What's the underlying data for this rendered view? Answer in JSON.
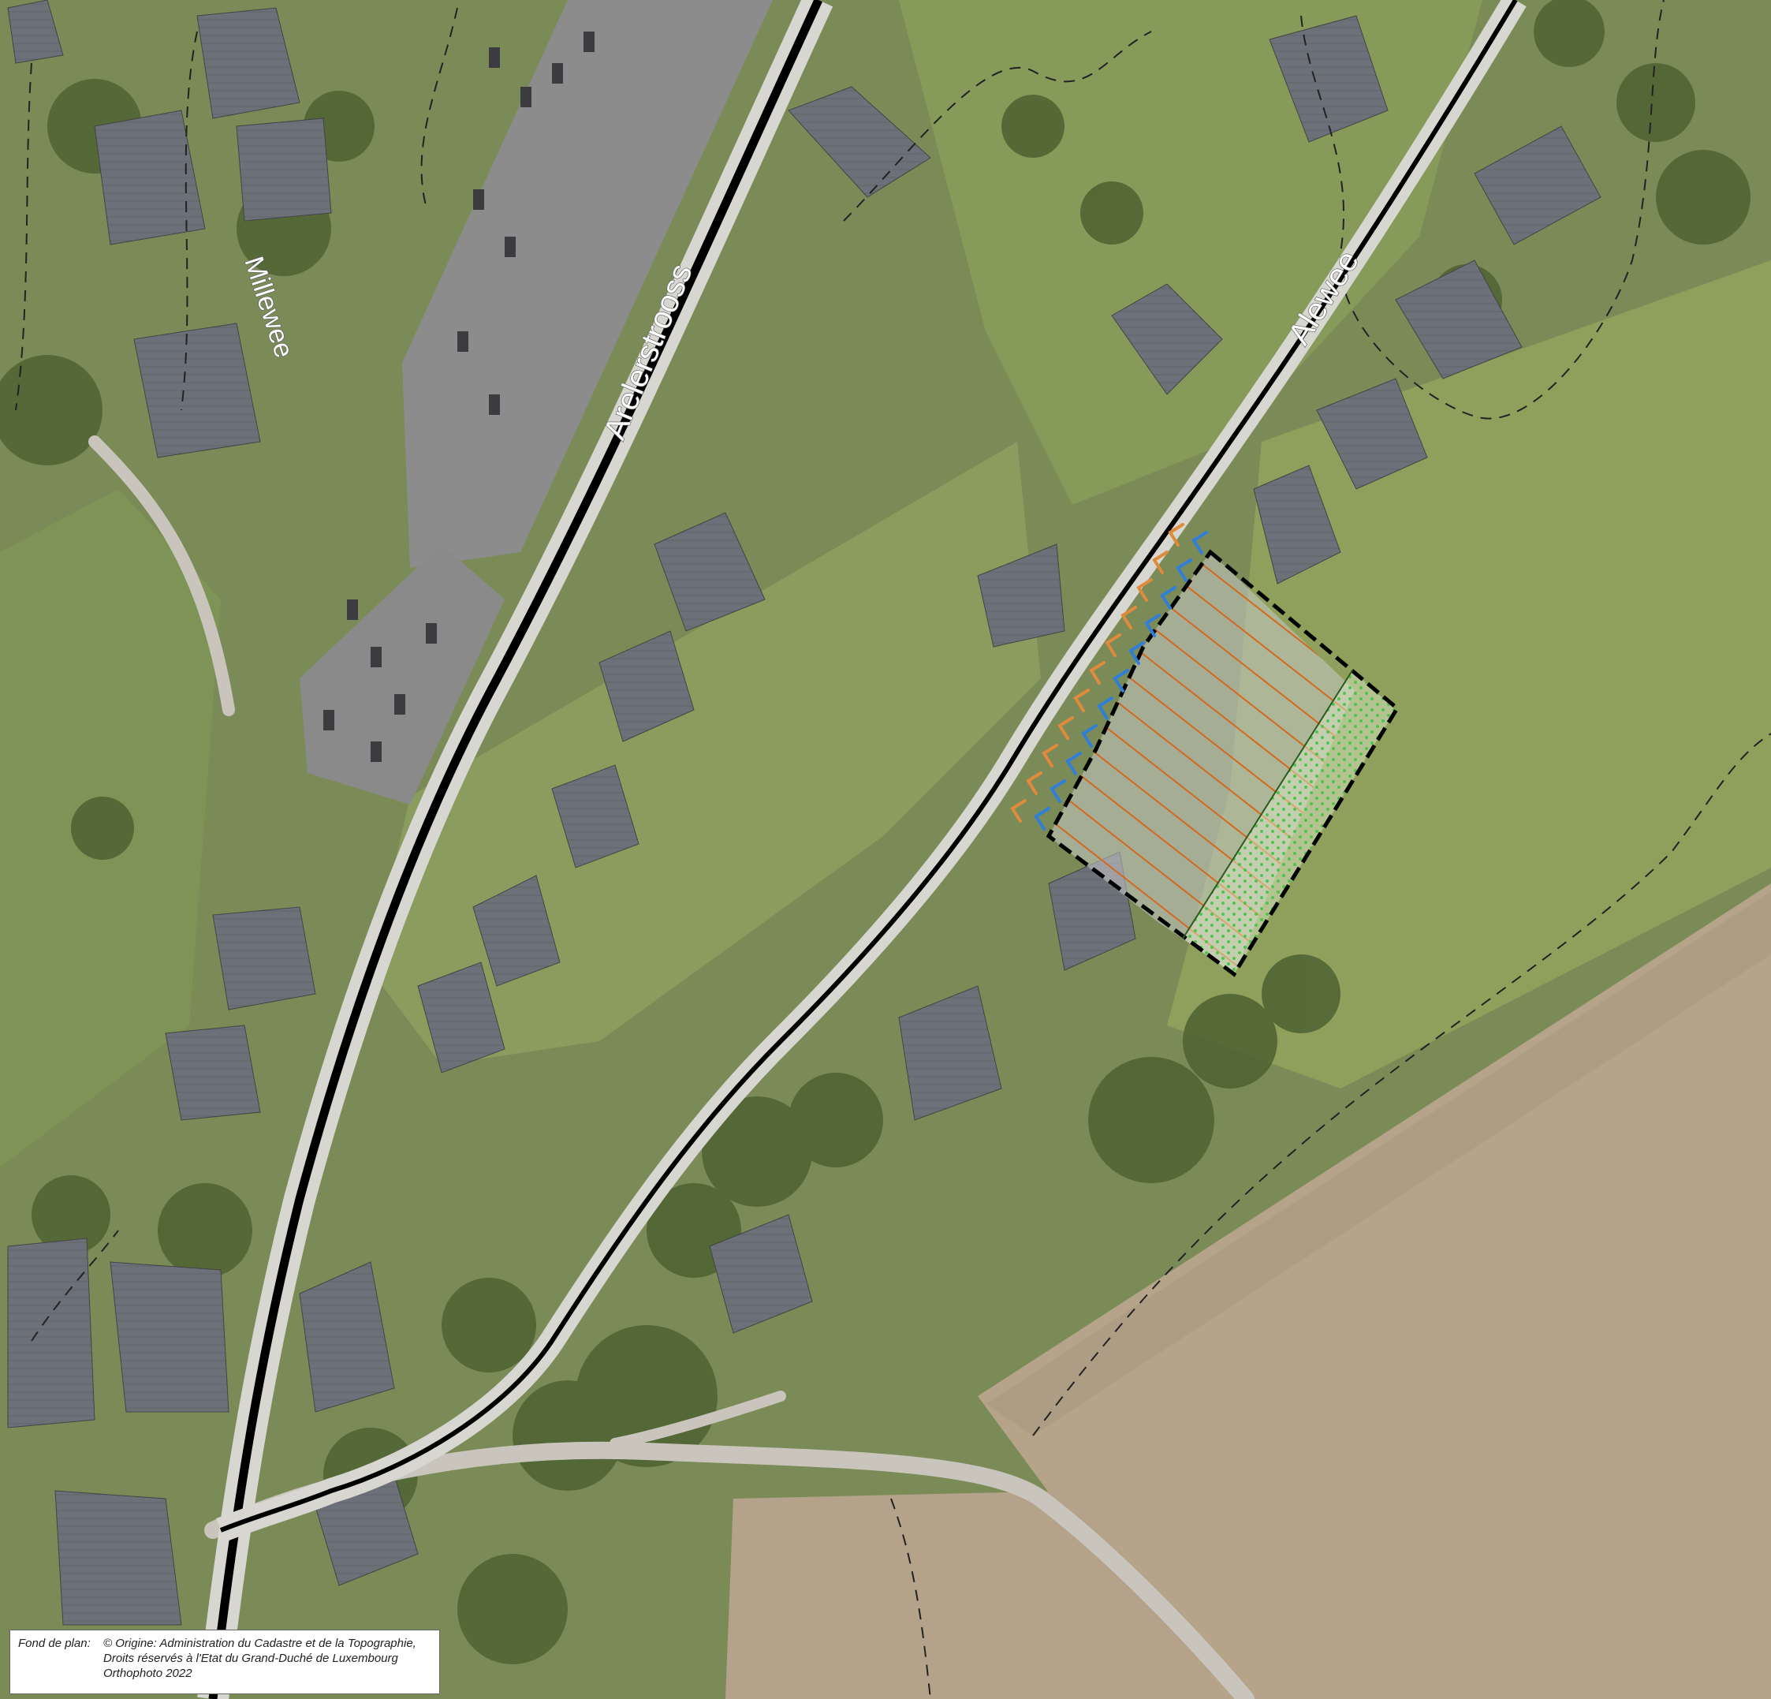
{
  "roads": {
    "arelerstrooss": "Arelerstrooss",
    "alewee": "Alewee",
    "third": "Millewee"
  },
  "credit": {
    "label": "Fond de plan:",
    "line1": "© Origine: Administration du Cadastre et de la Topographie,",
    "line2": "Droits réservés à l'Etat du Grand-Duché de Luxembourg",
    "line3": "Orthophoto 2022"
  },
  "colors": {
    "hatch_orange": "#d2691e",
    "dots_green": "#4cc54c",
    "arrow_blue": "#2f7fd8",
    "arrow_orange": "#e08a3c",
    "boundary": "#000000"
  }
}
